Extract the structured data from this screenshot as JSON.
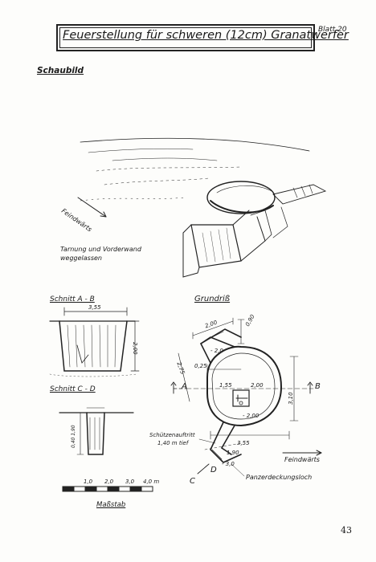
{
  "title": "Feuerstellung für schweren (12cm) Granatwerfer",
  "sheet": "Blatt 20",
  "view_heading": "Schaubild",
  "perspective": {
    "direction_label": "Feindwärts",
    "caption_line1": "Tarnung und Vorderwand",
    "caption_line2": "weggelassen"
  },
  "section_ab": {
    "label": "Schnitt A - B",
    "width_dim": "3,55",
    "depth_dim": "2,00"
  },
  "section_cd": {
    "label": "Schnitt C - D",
    "depth_dim": "0,40 1,90"
  },
  "plan": {
    "label": "Grundriß",
    "dims": {
      "top_width": "2,00",
      "top_right": "0,90",
      "trench_left": "0,25",
      "trench_width": "2,75",
      "pit_left": "1,55",
      "pit_right": "2,00",
      "pit_height": "3,10",
      "lower_width": "3,55",
      "step_depth": "1,90"
    },
    "elevations": {
      "upper": "- 2,0",
      "center": "- 2,00",
      "small": "1,90",
      "lower": "- 3,0"
    },
    "markers": {
      "a": "A",
      "b": "B",
      "c": "C",
      "d": "D"
    },
    "step_label_line1": "Schützenauftritt",
    "step_label_line2": "1,40 m tief",
    "direction_label": "Feindwärts",
    "shelter_label": "Panzerdeckungsloch"
  },
  "scale": {
    "ticks": [
      "1,0",
      "2,0",
      "3,0",
      "4,0 m"
    ],
    "label": "Maßstab"
  },
  "page_number": "43"
}
